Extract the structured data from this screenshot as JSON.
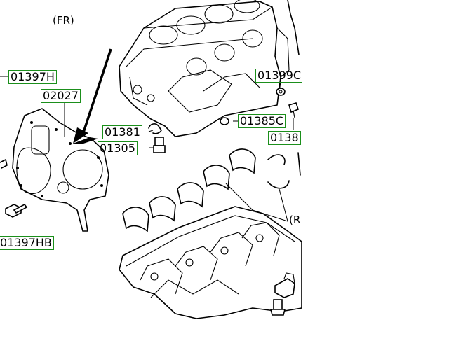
{
  "orientation_label": "(FR)",
  "part_labels": {
    "p01397H": "01397H",
    "p02027": "02027",
    "p01397HB": "01397HB",
    "p01381": "01381",
    "p01305": "01305",
    "p01399C": "01399C",
    "p01385C": "01385C",
    "p0138": "0138",
    "pR": "(R"
  },
  "colors": {
    "label_border": "#1b8f1b",
    "line": "#000000",
    "background": "#ffffff"
  }
}
